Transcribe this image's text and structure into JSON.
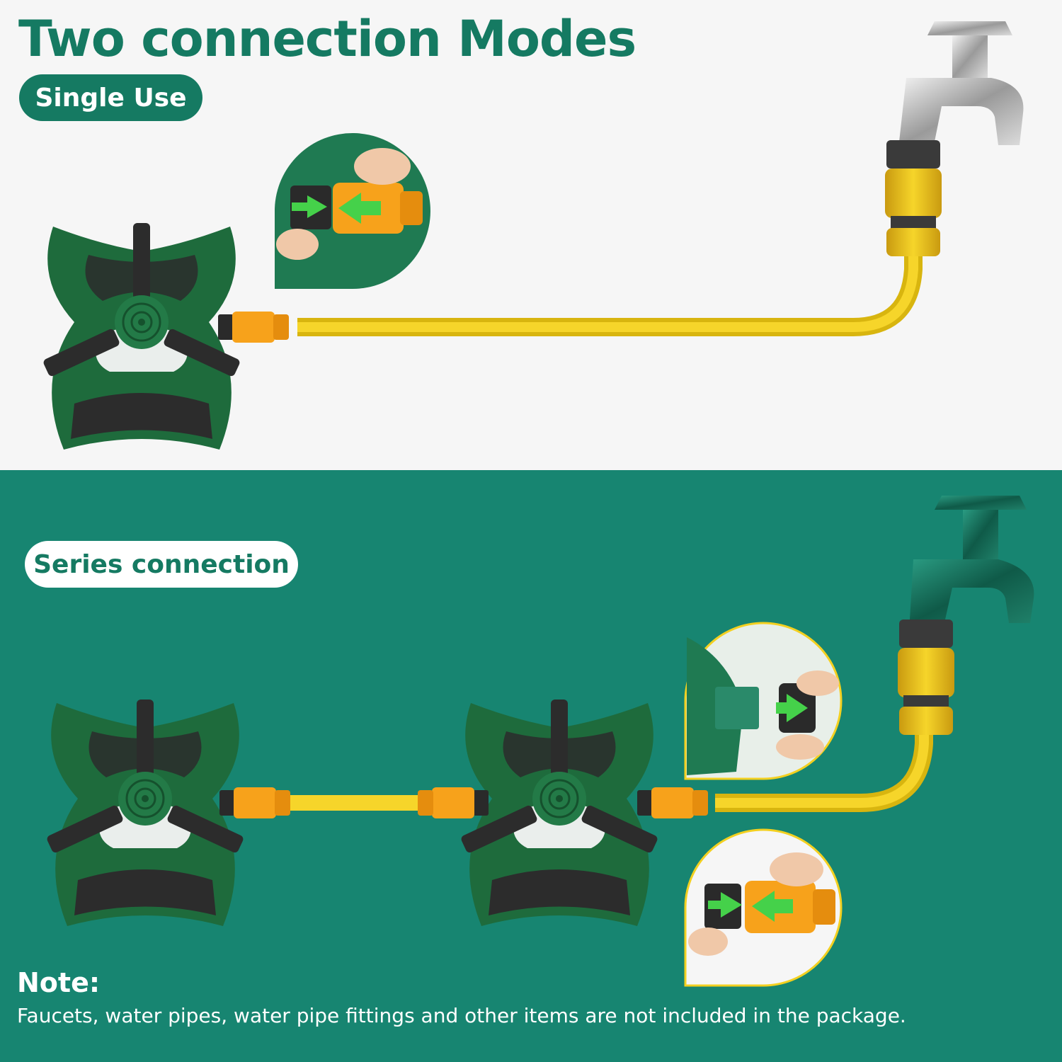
{
  "title": "Two connection Modes",
  "modes": {
    "single": {
      "label": "Single Use"
    },
    "series": {
      "label": "Series connection"
    }
  },
  "note": {
    "heading": "Note:",
    "text": "Faucets, water pipes, water pipe fittings and other items are not included in the package."
  },
  "colors": {
    "brand_green": "#157a62",
    "panel_teal": "#178571",
    "hose_yellow": "#f3d020",
    "connector_orange": "#f7a21b",
    "sprinkler_green": "#1e6b3c"
  },
  "icons": [
    "faucet-icon",
    "sprinkler-icon",
    "hose-connector-icon",
    "push-arrow-icon",
    "hand-icon"
  ]
}
